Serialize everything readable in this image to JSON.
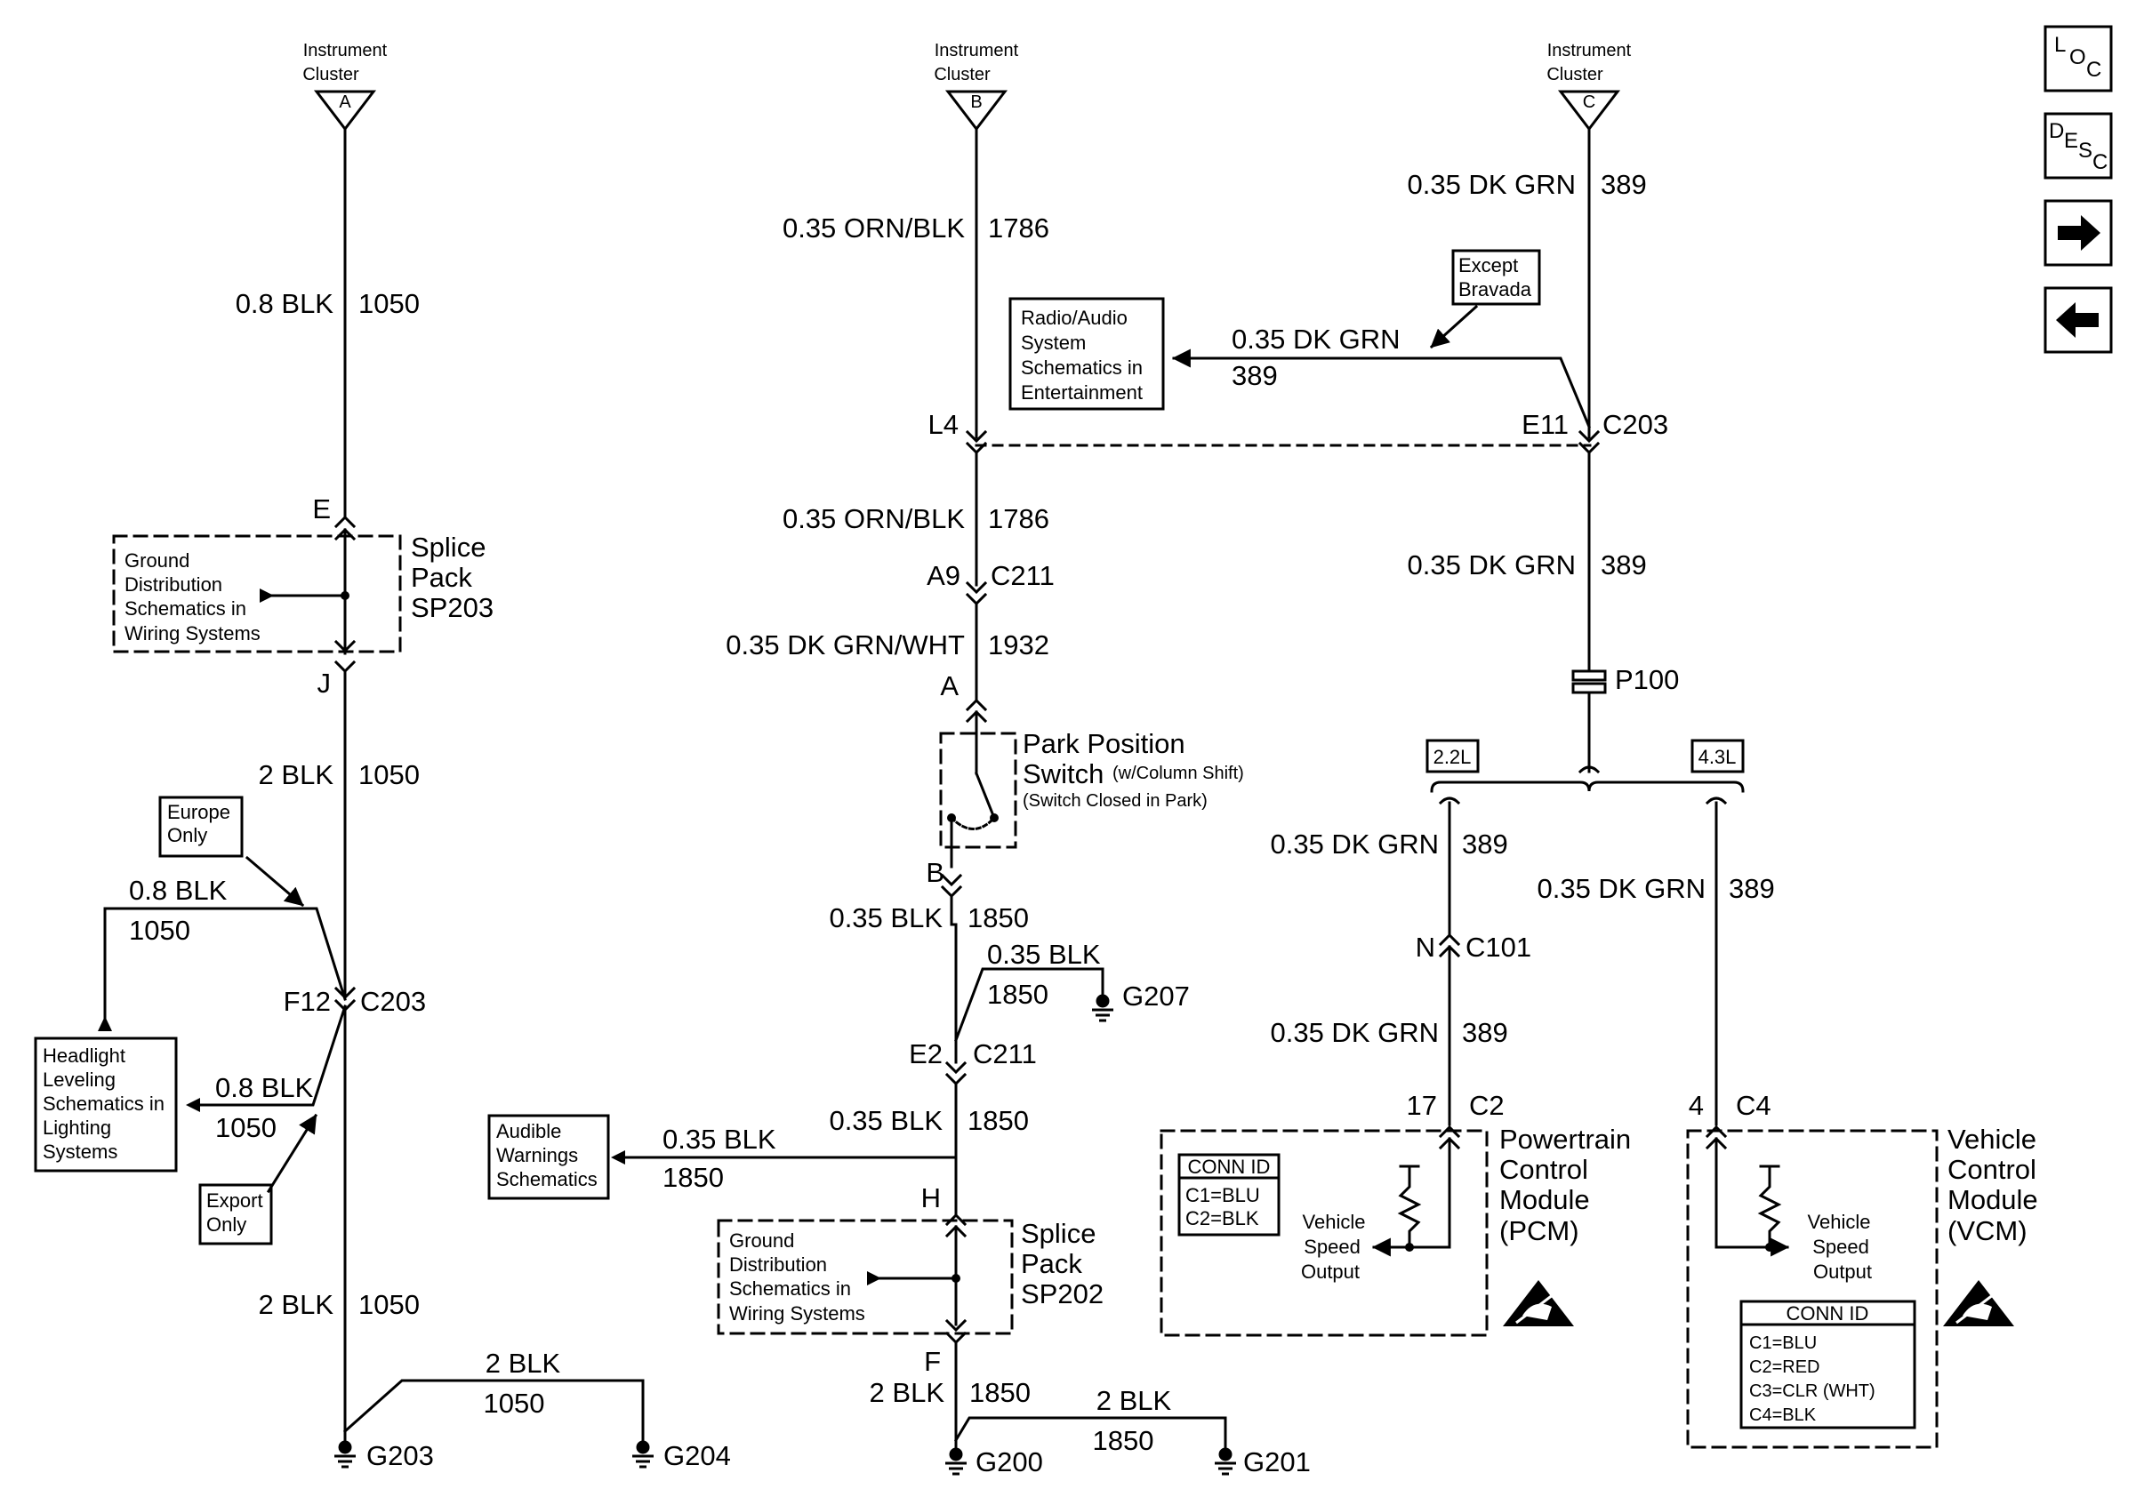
{
  "clusters": {
    "a": {
      "line1": "Instrument",
      "line2": "Cluster",
      "pin": "A"
    },
    "b": {
      "line1": "Instrument",
      "line2": "Cluster",
      "pin": "B"
    },
    "c": {
      "line1": "Instrument",
      "line2": "Cluster",
      "pin": "C"
    }
  },
  "nav": {
    "loc": "LOC",
    "desc": "DESC"
  },
  "left": {
    "w1_size": "0.8 BLK",
    "w1_circ": "1050",
    "pin_e": "E",
    "pin_j": "J",
    "sp203_t1": "Splice",
    "sp203_t2": "Pack",
    "sp203_t3": "SP203",
    "gd1_l1": "Ground",
    "gd1_l2": "Distribution",
    "gd1_l3": "Schematics in",
    "gd1_l4": "Wiring Systems",
    "w2_size": "2 BLK",
    "w2_circ": "1050",
    "europe_l1": "Europe",
    "europe_l2": "Only",
    "w3_size": "0.8 BLK",
    "w3_circ": "1050",
    "pin_f12": "F12",
    "c203": "C203",
    "hl_l1": "Headlight",
    "hl_l2": "Leveling",
    "hl_l3": "Schematics in",
    "hl_l4": "Lighting",
    "hl_l5": "Systems",
    "w4_size": "0.8 BLK",
    "w4_circ": "1050",
    "export_l1": "Export",
    "export_l2": "Only",
    "w5_size": "2 BLK",
    "w5_circ": "1050",
    "w6_size": "2 BLK",
    "w6_circ": "1050",
    "g203": "G203",
    "g204": "G204"
  },
  "middle": {
    "w1_size": "0.35 ORN/BLK",
    "w1_circ": "1786",
    "pin_l4": "L4",
    "radio_l1": "Radio/Audio",
    "radio_l2": "System",
    "radio_l3": "Schematics in",
    "radio_l4": "Entertainment",
    "w2_size": "0.35 ORN/BLK",
    "w2_circ": "1786",
    "pin_a9": "A9",
    "c211": "C211",
    "w3_size": "0.35 DK GRN/WHT",
    "w3_circ": "1932",
    "pin_a": "A",
    "pps_l1": "Park Position",
    "pps_l2": "Switch",
    "pps_l2b": "(w/Column Shift)",
    "pps_l3": "(Switch Closed in Park)",
    "pin_b": "B",
    "w4_size": "0.35 BLK",
    "w4_circ": "1850",
    "w5_size": "0.35 BLK",
    "w5_circ": "1850",
    "g207": "G207",
    "pin_e2": "E2",
    "c211b": "C211",
    "w6_size": "0.35 BLK",
    "w6_circ": "1850",
    "aw_l1": "Audible",
    "aw_l2": "Warnings",
    "aw_l3": "Schematics",
    "w7_size": "0.35 BLK",
    "w7_circ": "1850",
    "pin_h": "H",
    "gd2_l1": "Ground",
    "gd2_l2": "Distribution",
    "gd2_l3": "Schematics in",
    "gd2_l4": "Wiring Systems",
    "sp202_t1": "Splice",
    "sp202_t2": "Pack",
    "sp202_t3": "SP202",
    "pin_f": "F",
    "w8_size": "2 BLK",
    "w8_circ": "1850",
    "w9_size": "2 BLK",
    "w9_circ": "1850",
    "g200": "G200",
    "g201": "G201"
  },
  "right": {
    "w1_size": "0.35 DK GRN",
    "w1_circ": "389",
    "except_l1": "Except",
    "except_l2": "Bravada",
    "w2_size": "0.35 DK GRN",
    "w2_circ": "389",
    "pin_e11": "E11",
    "c203": "C203",
    "w3_size": "0.35 DK GRN",
    "w3_circ": "389",
    "p100": "P100",
    "opt22": "2.2L",
    "opt43": "4.3L",
    "w4_size": "0.35 DK GRN",
    "w4_circ": "389",
    "w5_size": "0.35 DK GRN",
    "w5_circ": "389",
    "pin_n": "N",
    "c101": "C101",
    "w6_size": "0.35 DK GRN",
    "w6_circ": "389",
    "pin_17": "17",
    "c2": "C2",
    "pin_4": "4",
    "c4": "C4",
    "pcm_conn_title": "CONN ID",
    "pcm_conn_1": "C1=BLU",
    "pcm_conn_2": "C2=BLK",
    "pcm_vso_l1": "Vehicle",
    "pcm_vso_l2": "Speed",
    "pcm_vso_l3": "Output",
    "pcm_l1": "Powertrain",
    "pcm_l2": "Control",
    "pcm_l3": "Module",
    "pcm_l4": "(PCM)",
    "vcm_vso_l1": "Vehicle",
    "vcm_vso_l2": "Speed",
    "vcm_vso_l3": "Output",
    "vcm_conn_title": "CONN ID",
    "vcm_conn_1": "C1=BLU",
    "vcm_conn_2": "C2=RED",
    "vcm_conn_3": "C3=CLR (WHT)",
    "vcm_conn_4": "C4=BLK",
    "vcm_l1": "Vehicle",
    "vcm_l2": "Control",
    "vcm_l3": "Module",
    "vcm_l4": "(VCM)"
  }
}
